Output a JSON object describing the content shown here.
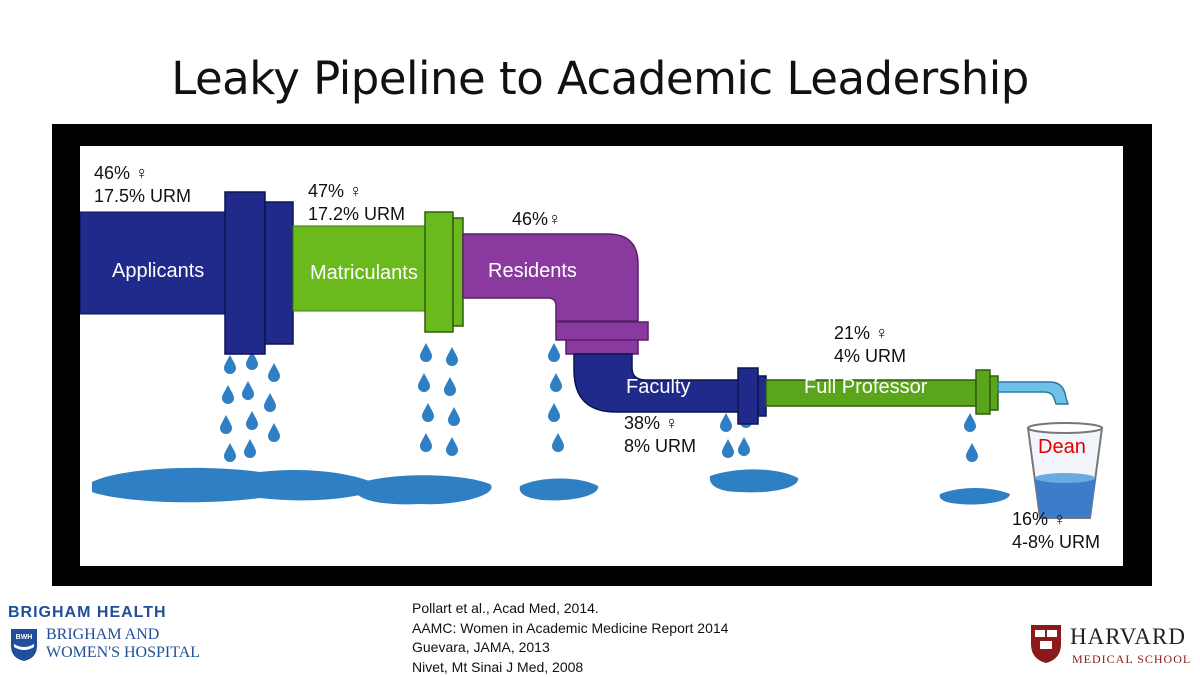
{
  "title": "Leaky Pipeline to Academic Leadership",
  "colors": {
    "applicants": "#1f2a8a",
    "matriculants": "#6aba1e",
    "residents": "#8a3a9e",
    "faculty": "#1f2a8a",
    "full_professor": "#5aa51c",
    "water": "#2f7fc4",
    "dean_text": "#e00000"
  },
  "stages": [
    {
      "name": "Applicants",
      "women": "46% ♀",
      "urm": "17.5% URM"
    },
    {
      "name": "Matriculants",
      "women": "47% ♀",
      "urm": "17.2% URM"
    },
    {
      "name": "Residents",
      "women": "46%♀"
    },
    {
      "name": "Faculty",
      "women": "38% ♀",
      "urm": "8% URM"
    },
    {
      "name": "Full Professor",
      "women": "21% ♀",
      "urm": "4% URM"
    },
    {
      "name": "Dean",
      "women": "16% ♀",
      "urm": "4-8% URM"
    }
  ],
  "references": [
    "Pollart et al., Acad Med, 2014.",
    "AAMC: Women in Academic Medicine Report 2014",
    "Guevara, JAMA, 2013",
    "Nivet, Mt Sinai J Med, 2008"
  ],
  "logos": {
    "brigham_health": "BRIGHAM HEALTH",
    "bwh_badge": "BWH",
    "bwh_name_1": "BRIGHAM AND",
    "bwh_name_2": "WOMEN'S HOSPITAL",
    "harvard": "HARVARD",
    "harvard_sub": "MEDICAL SCHOOL"
  }
}
